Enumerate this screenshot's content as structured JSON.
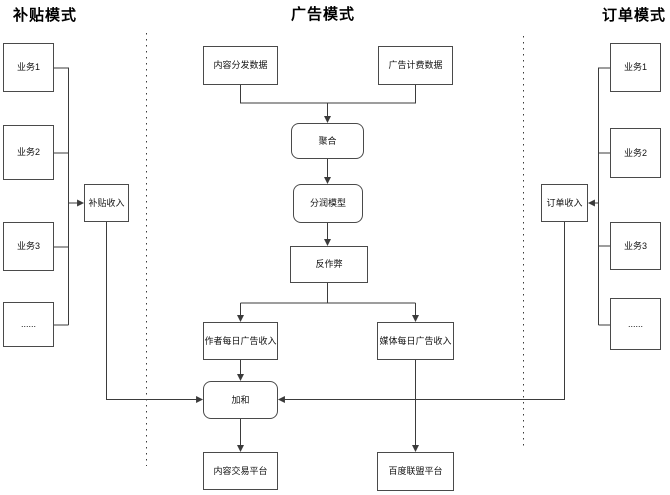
{
  "headers": {
    "left": "补贴模式",
    "center": "广告模式",
    "right": "订单模式"
  },
  "left_column": {
    "businesses": [
      "业务1",
      "业务2",
      "业务3",
      "......"
    ],
    "income": "补贴收入"
  },
  "right_column": {
    "businesses": [
      "业务1",
      "业务2",
      "业务3",
      "......"
    ],
    "income": "订单收入"
  },
  "center_flow": {
    "source_left": "内容分发数据",
    "source_right": "广告计费数据",
    "aggregate": "聚合",
    "profit_model": "分润模型",
    "anti_cheat": "反作弊",
    "author_daily_ad_income": "作者每日广告收入",
    "media_daily_ad_income": "媒体每日广告收入",
    "sum": "加和",
    "content_trade_platform": "内容交易平台",
    "baidu_union_platform": "百度联盟平台"
  },
  "colors": {
    "line": "#3b3b3b",
    "box_border": "#4a4a4a",
    "box_fill": "#ffffff",
    "text": "#000000"
  }
}
